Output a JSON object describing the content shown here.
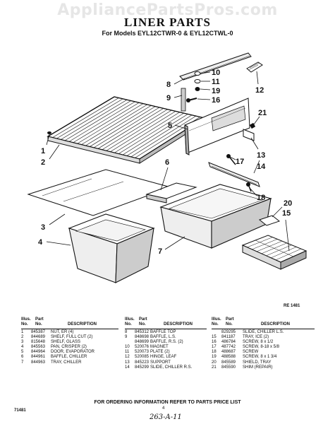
{
  "watermark": "AppliancePartsPros.com",
  "title": "LINER PARTS",
  "subtitle": "For Models EYL12CTWR-0 & EYL12CTWL-0",
  "callouts": [
    "1",
    "2",
    "3",
    "4",
    "5",
    "6",
    "7",
    "8",
    "9",
    "10",
    "11",
    "12",
    "13",
    "14",
    "15",
    "16",
    "17",
    "18",
    "19",
    "20",
    "21"
  ],
  "ref_code": "RE 1481",
  "table_headers": {
    "illus": "Illus.",
    "part": "Part",
    "no": "No.",
    "description": "DESCRIPTION"
  },
  "parts_columns": [
    [
      {
        "illus": "1",
        "part": "845387",
        "desc": "NUT, ER (4)"
      },
      {
        "illus": "2",
        "part": "844689",
        "desc": "SHELF, FULL CUT (2)"
      },
      {
        "illus": "3",
        "part": "815648",
        "desc": "SHELF, GLASS"
      },
      {
        "illus": "4",
        "part": "845563",
        "desc": "PAN, CRISPER (2)"
      },
      {
        "illus": "5",
        "part": "844964",
        "desc": "DOOR, EVAPORATOR"
      },
      {
        "illus": "6",
        "part": "844961",
        "desc": "BAFFLE, CHILLER"
      },
      {
        "illus": "7",
        "part": "844963",
        "desc": "TRAY, CHILLER"
      }
    ],
    [
      {
        "illus": "8",
        "part": "845312",
        "desc": "BAFFLE TOP"
      },
      {
        "illus": "9",
        "part": "848698",
        "desc": "BAFFLE, L.S."
      },
      {
        "illus": "",
        "part": "848699",
        "desc": "BAFFLE, R.S. (2)"
      },
      {
        "illus": "10",
        "part": "520076",
        "desc": "MAGNET"
      },
      {
        "illus": "11",
        "part": "520073",
        "desc": "PLATE (2)"
      },
      {
        "illus": "12",
        "part": "520085",
        "desc": "HINGE, LEAF"
      },
      {
        "illus": "13",
        "part": "845223",
        "desc": "SUPPORT"
      },
      {
        "illus": "14",
        "part": "845299",
        "desc": "SLIDE, CHILLER R.S."
      }
    ],
    [
      {
        "illus": "",
        "part": "829295",
        "desc": "SLIDE, CHILLER L.S."
      },
      {
        "illus": "15",
        "part": "841187",
        "desc": "TRAY, ICE (2)"
      },
      {
        "illus": "16",
        "part": "486784",
        "desc": "SCREW, 8 x 1/2"
      },
      {
        "illus": "17",
        "part": "487742",
        "desc": "SCREW, 8-18 x 5/8"
      },
      {
        "illus": "18",
        "part": "488687",
        "desc": "SCREW"
      },
      {
        "illus": "19",
        "part": "488588",
        "desc": "SCREW, 8 x 1 3/4"
      },
      {
        "illus": "20",
        "part": "845589",
        "desc": "SHIELD, TRAY"
      },
      {
        "illus": "21",
        "part": "845590",
        "desc": "SHIM (REPAIR)"
      }
    ]
  ],
  "footer": "FOR ORDERING INFORMATION REFER TO PARTS PRICE LIST",
  "page_code": "71481",
  "page_number": "4",
  "handwritten_note": "263-A-11"
}
